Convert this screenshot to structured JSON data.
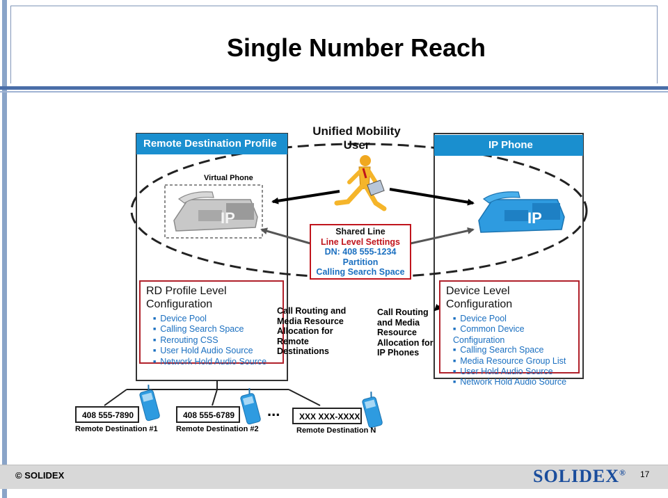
{
  "slide": {
    "title": "Single Number Reach",
    "footer_left": "© SOLIDEX",
    "logo_text": "SOLIDEX",
    "logo_mark": "®",
    "page_number": "17"
  },
  "diagram": {
    "rdp_header": "Remote Destination Profile",
    "user_title_line1": "Unified Mobility",
    "user_title_line2": "User",
    "ipphone_header": "IP Phone",
    "virtual_phone_label": "Virtual Phone",
    "phone_ip_text": "IP",
    "shared_line": {
      "title": "Shared Line",
      "line1": "Line Level Settings",
      "line2": "DN: 408 555-1234",
      "line3": "Partition",
      "line4": "Calling Search Space"
    },
    "rd_config": {
      "title_line1": "RD Profile Level",
      "title_line2": "Configuration",
      "items": [
        "Device Pool",
        "Calling Search Space",
        "Rerouting CSS",
        "User Hold Audio Source",
        "Network Hold Audio Source"
      ]
    },
    "device_config": {
      "title_line1": "Device Level",
      "title_line2": "Configuration",
      "items": [
        "Device Pool",
        "Common Device Configuration",
        "Calling Search Space",
        "Media Resource Group List",
        "User Hold Audio Source",
        "Network Hold Audio Source"
      ]
    },
    "call_routing_rd": [
      "Call Routing and",
      "Media Resource",
      "Allocation for",
      "Remote",
      "Destinations"
    ],
    "call_routing_ip": [
      "Call Routing",
      "and Media",
      "Resource",
      "Allocation for",
      "IP Phones"
    ],
    "remote_destinations": [
      {
        "number": "408 555-7890",
        "label": "Remote Destination #1"
      },
      {
        "number": "408 555-6789",
        "label": "Remote Destination #2"
      },
      {
        "number": "XXX XXX-XXXX",
        "label": "Remote Destination N"
      }
    ],
    "ellipsis": "...",
    "colors": {
      "header_blue": "#1a8fcf",
      "config_border": "#b0202a",
      "shared_line_red": "#c0141c",
      "shared_line_blue": "#1a6fc0",
      "item_blue": "#1a6fc0",
      "phone_blue": "#2e9be0"
    }
  }
}
